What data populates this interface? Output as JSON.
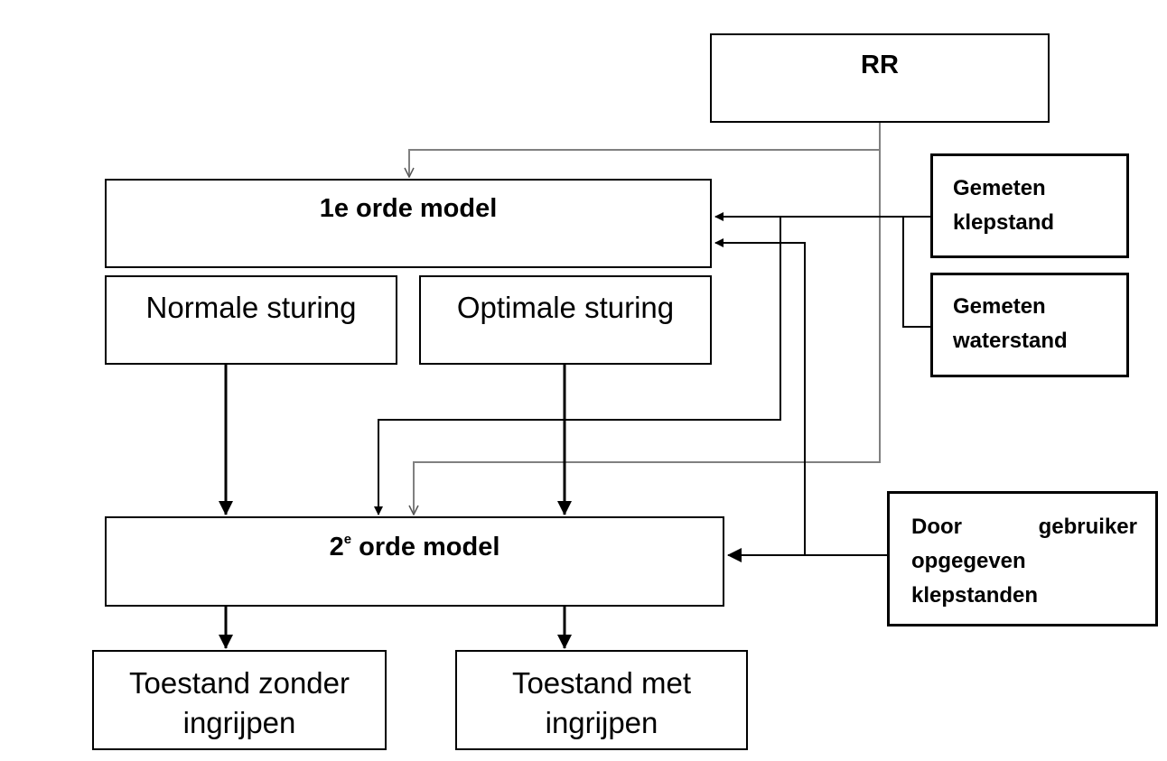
{
  "boxes": {
    "rr": "RR",
    "model1": "1e orde model",
    "normal": "Normale sturing",
    "optimal": "Optimale sturing",
    "model2_prefix": "2",
    "model2_sup": "e",
    "model2_suffix": " orde model",
    "state_without": [
      "Toestand zonder",
      "ingrijpen"
    ],
    "state_with": [
      "Toestand met",
      "ingrijpen"
    ],
    "measured_valve": [
      "Gemeten",
      "klepstand"
    ],
    "measured_water": [
      "Gemeten",
      "waterstand"
    ],
    "user_valves": [
      "Door",
      "gebruiker",
      "opgegeven",
      "klepstanden"
    ]
  },
  "colors": {
    "line_black": "#000000",
    "line_gray": "#808080"
  }
}
